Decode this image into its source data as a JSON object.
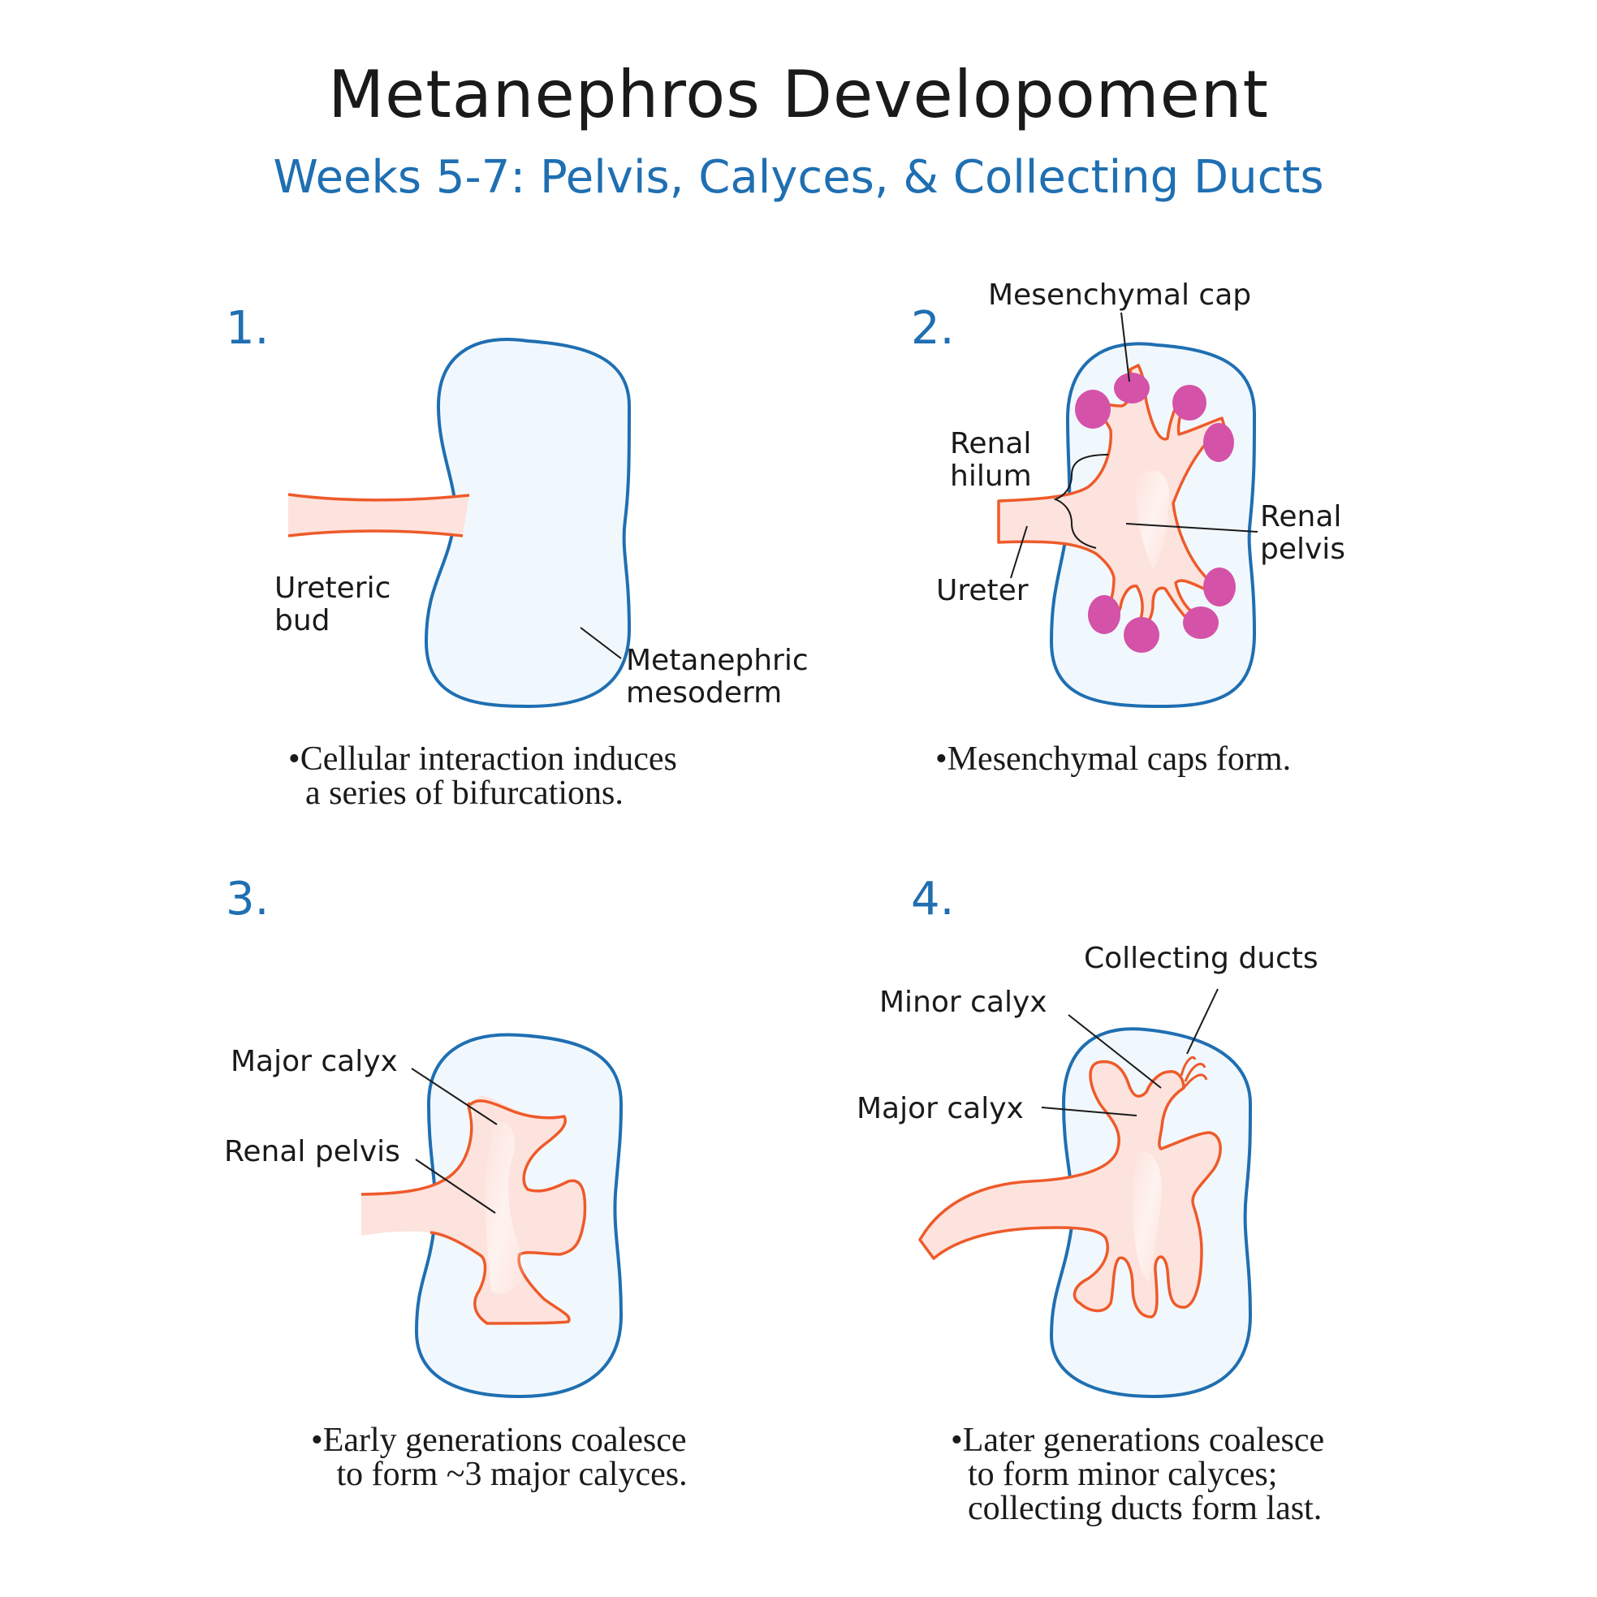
{
  "title": "Metanephros Developoment",
  "subtitle": "Weeks 5-7: Pelvis, Calyces, & Collecting Ducts",
  "colors": {
    "kidney_outline": "#1f6fb2",
    "kidney_fill": "#f1f8fd",
    "duct_outline": "#ee5a2a",
    "duct_fill": "#fde3dd",
    "cap_fill": "#d452a8",
    "accent_text": "#1f6fb2"
  },
  "panels": [
    {
      "number": "1.",
      "labels": {
        "ureteric_bud": "Ureteric\nbud",
        "metanephric_mesoderm": "Metanephric\nmesoderm"
      },
      "caption": "•Cellular interaction induces\n  a series of bifurcations."
    },
    {
      "number": "2.",
      "labels": {
        "mesenchymal_cap": "Mesenchymal cap",
        "renal_hilum": "Renal\nhilum",
        "renal_pelvis": "Renal\npelvis",
        "ureter": "Ureter"
      },
      "caption": "•Mesenchymal caps form."
    },
    {
      "number": "3.",
      "labels": {
        "major_calyx": "Major calyx",
        "renal_pelvis": "Renal pelvis"
      },
      "caption": "•Early generations coalesce\n   to form ~3 major calyces."
    },
    {
      "number": "4.",
      "labels": {
        "collecting_ducts": "Collecting ducts",
        "minor_calyx": "Minor calyx",
        "major_calyx": "Major calyx"
      },
      "caption": "•Later generations coalesce\n  to form minor calyces;\n  collecting ducts form last."
    }
  ]
}
